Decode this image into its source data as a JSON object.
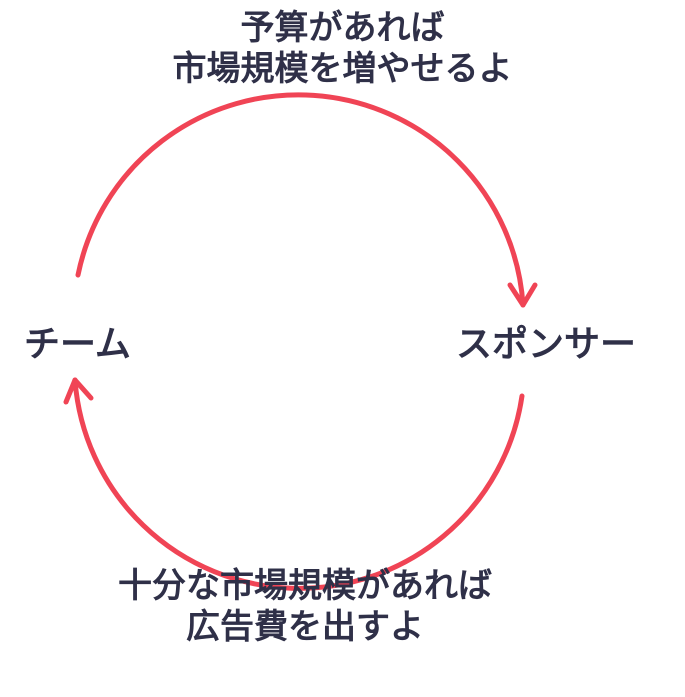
{
  "nodes": {
    "left": "チーム",
    "right": "スポンサー"
  },
  "captions": {
    "top": {
      "line1": "予算があれば",
      "line2": "市場規模を増やせるよ"
    },
    "bottom": {
      "line1": "十分な市場規模があれば",
      "line2": "広告費を出すよ"
    }
  },
  "colors": {
    "arrow": "#f04455",
    "text": "#2f3048",
    "background": "#ffffff"
  }
}
